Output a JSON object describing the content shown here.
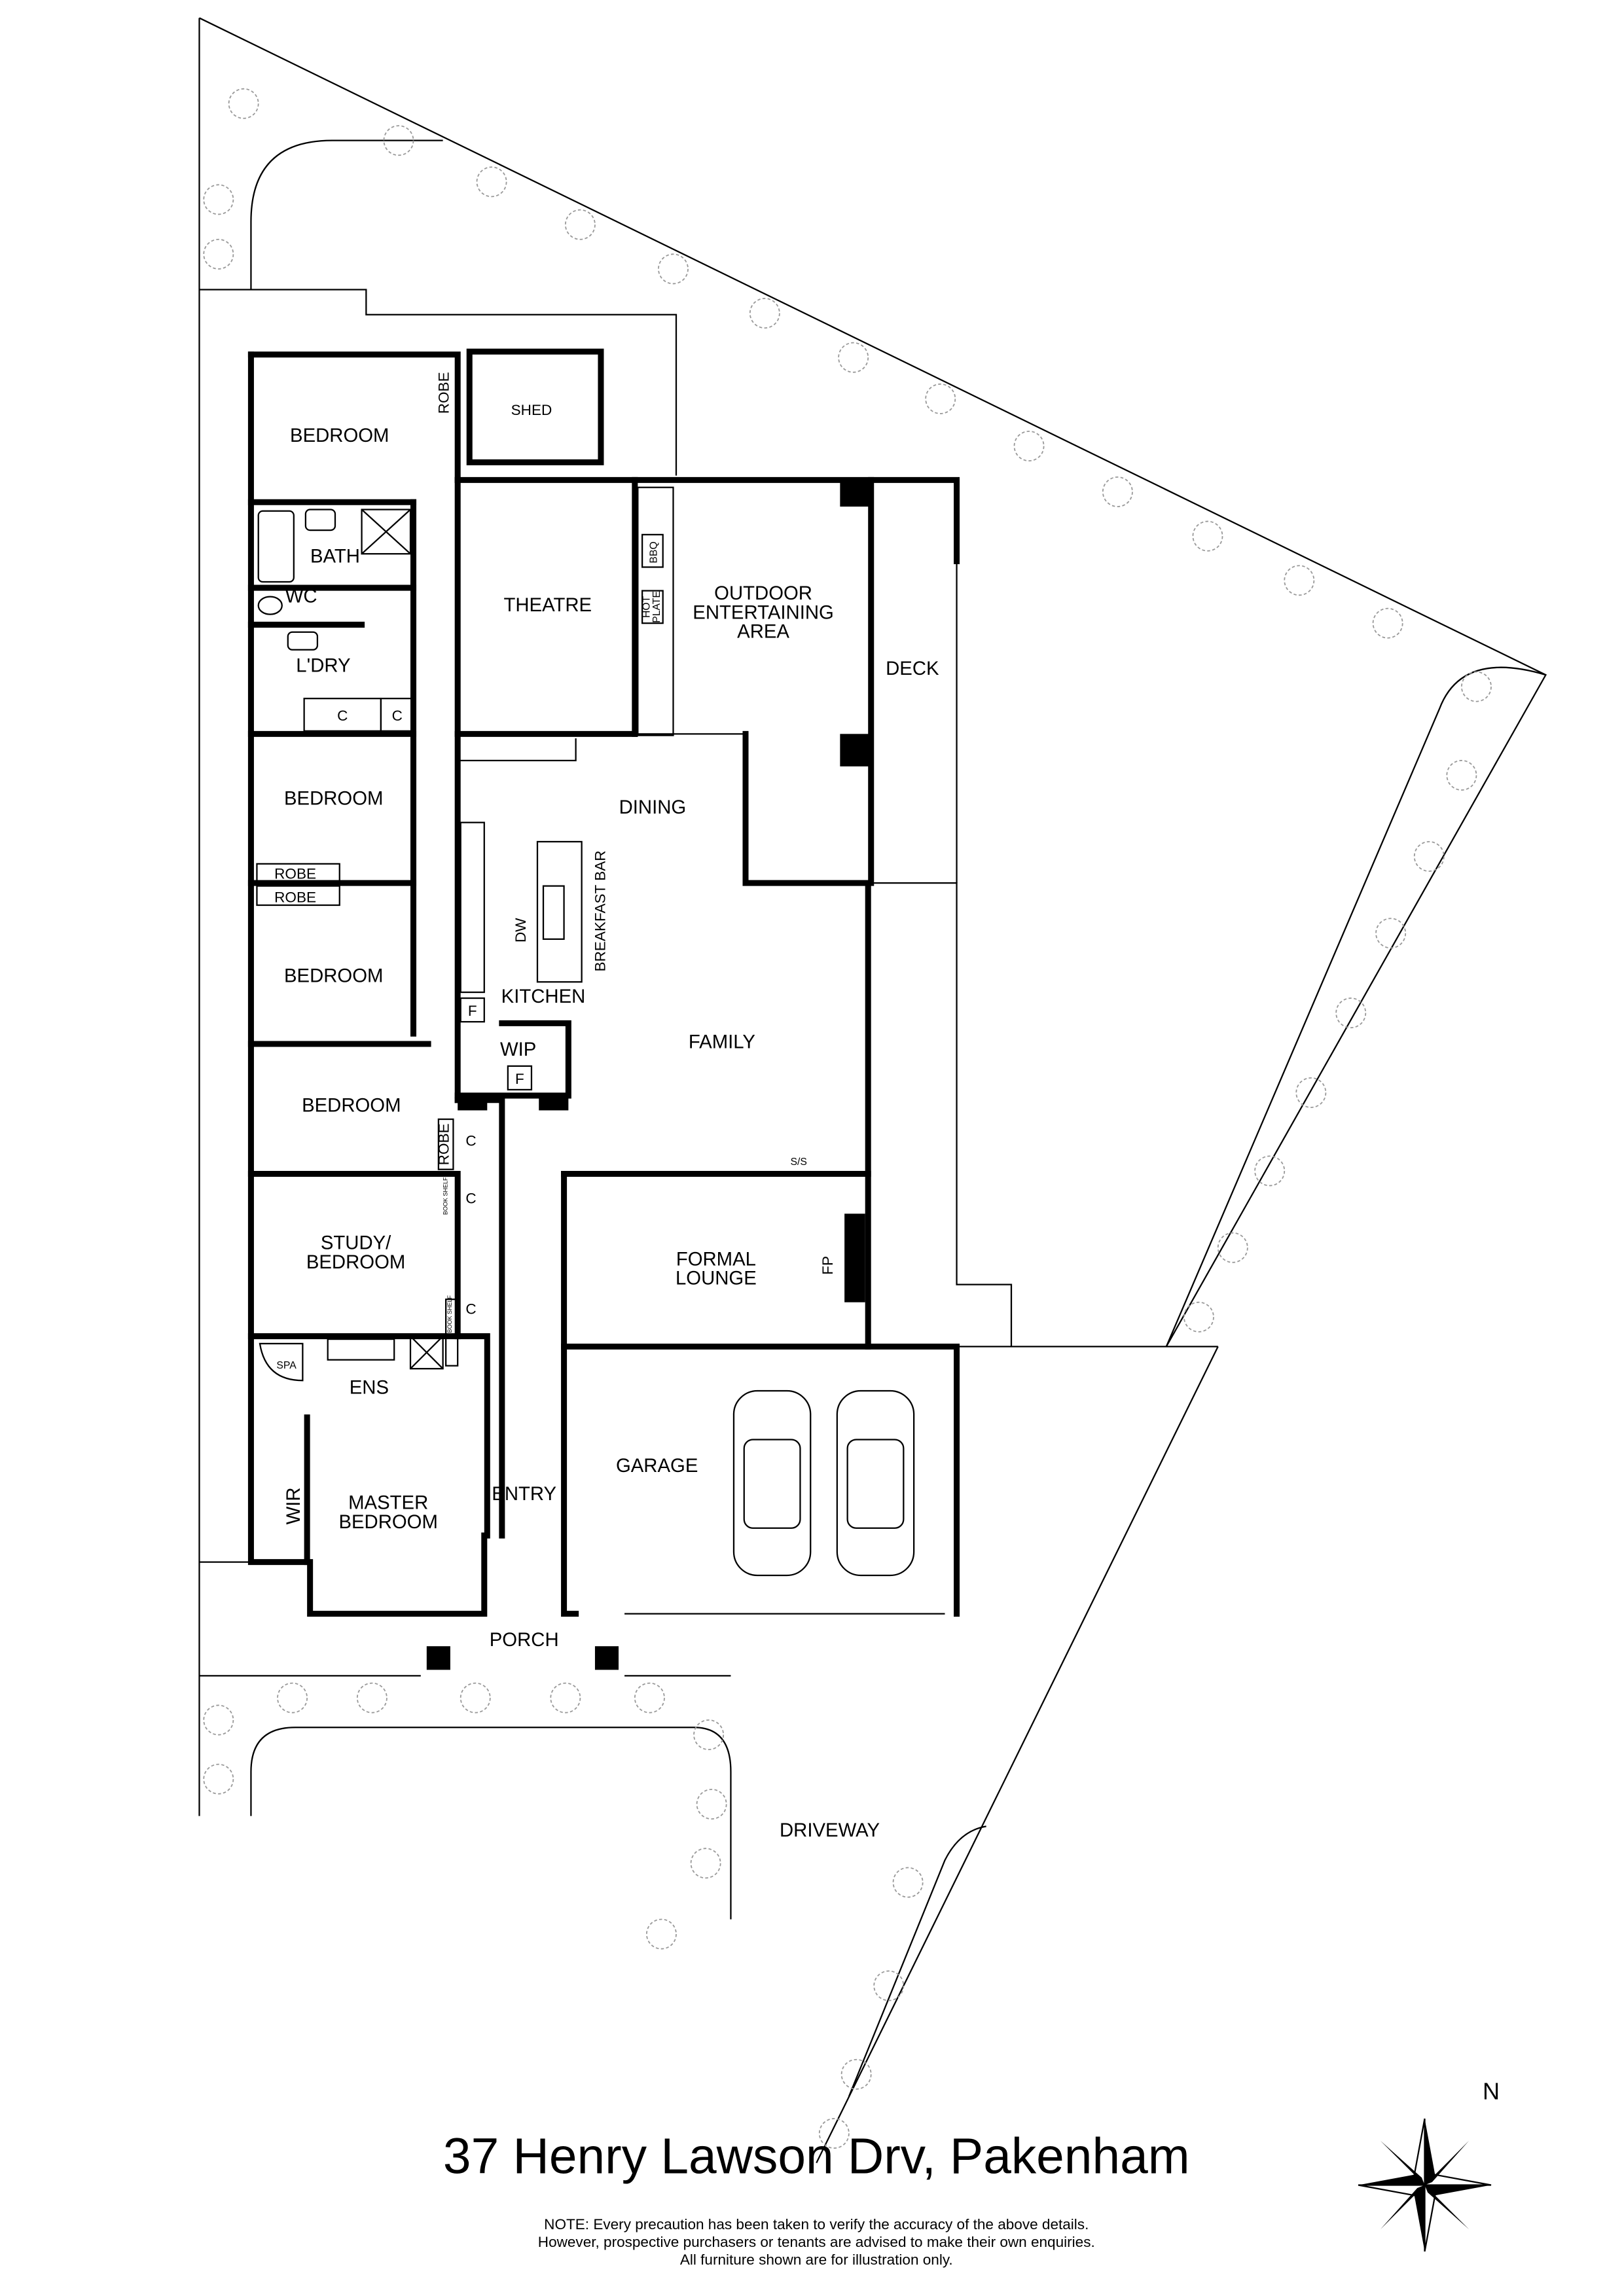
{
  "address": "37 Henry Lawson Drv, Pakenham",
  "note_lines": [
    "NOTE: Every precaution has been taken to verify the accuracy of the above details.",
    "However, prospective purchasers or tenants are advised to make their own enquiries.",
    "All furniture shown are for illustration only."
  ],
  "compass": {
    "label": "N"
  },
  "rooms": {
    "bedroom1": "BEDROOM",
    "robe1": "ROBE",
    "shed": "SHED",
    "bath": "BATH",
    "wc": "WC",
    "laundry": "L'DRY",
    "cupboard": "C",
    "theatre": "THEATRE",
    "outdoor1": "OUTDOOR",
    "outdoor2": "ENTERTAINING",
    "outdoor3": "AREA",
    "bbq": "BBQ",
    "hotplate1": "HOT",
    "hotplate2": "PLATE",
    "deck": "DECK",
    "dining": "DINING",
    "bedroom2": "BEDROOM",
    "robe2": "ROBE",
    "robe3": "ROBE",
    "bedroom3": "BEDROOM",
    "breakfast_bar": "BREAKFAST BAR",
    "dw": "DW",
    "fridge": "F",
    "kitchen": "KITCHEN",
    "wip": "WIP",
    "family": "FAMILY",
    "bedroom4": "BEDROOM",
    "robe4": "ROBE",
    "book_shelf": "BOOK SHELF",
    "ss": "S/S",
    "study1": "STUDY/",
    "study2": "BEDROOM",
    "formal1": "FORMAL",
    "formal2": "LOUNGE",
    "fp": "FP",
    "spa": "SPA",
    "ens": "ENS",
    "garage": "GARAGE",
    "wir": "WIR",
    "master1": "MASTER",
    "master2": "BEDROOM",
    "entry": "ENTRY",
    "porch": "PORCH",
    "driveway": "DRIVEWAY"
  }
}
